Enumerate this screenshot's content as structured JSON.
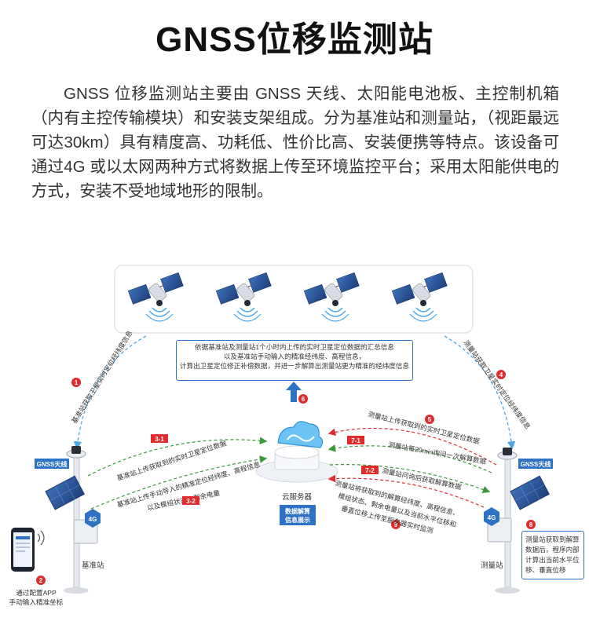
{
  "title": "GNSS位移监测站",
  "intro": "GNSS 位移监测站主要由 GNSS 天线、太阳能电池板、主控制机箱（内有主控传输模块）和安装支架组成。分为基准站和测量站，（视距最远可达30km）具有精度高、功耗低、性价比高、安装便携等特点。该设备可通过4G 或以太网两种方式将数据上传至环境监控平台；采用太阳能供电的方式，安装不受地域地形的限制。",
  "info_box": {
    "line1": "依据基准站及测量站1个小时内上传的实时卫星定位数据的汇总信息",
    "line2": "以及基准站手动输入的精准经纬度、高程信息，",
    "line3": "计算出卫星定位修正补偿数据，并进一步解算出测量站更为精准的经纬度信息"
  },
  "steps": {
    "s1": {
      "num": "1",
      "text": "基准站获取卫星实时定位经纬度信息"
    },
    "s2": {
      "num": "2",
      "text1": "通过配置APP",
      "text2": "手动输入精准坐标"
    },
    "s3_1": {
      "num": "3-1",
      "text": "基准站上传获取到的实时卫星定位数据"
    },
    "s3_2": {
      "num": "3-2",
      "text1": "基准站上传手动导入的精准定位经纬度、高程信息",
      "text2": "以及模组状态、剩余电量"
    },
    "s4": {
      "num": "4",
      "text": "测量站获取卫星实时定位经纬度信息"
    },
    "s5": {
      "num": "5",
      "text": "测量站上传获取到的实时卫星定位数据"
    },
    "s6": {
      "num": "6"
    },
    "s7_1": {
      "num": "7-1",
      "text": "测量站每20min询问一次解算数据"
    },
    "s7_2": {
      "num": "7-2",
      "text": "测量站问询后获取解算数据"
    },
    "s8": {
      "num": "8",
      "text": "测量站获取到解算数据后，程序内部计算出当前水平位移、垂直位移"
    },
    "s9": {
      "num": "9",
      "text1": "测量站将获取到的解算经纬度、高程信息、",
      "text2": "模组状态、剩余电量以及当前水平位移和",
      "text3": "垂直位移上传至服务器实时监测"
    }
  },
  "labels": {
    "gnss_left": "GNSS天线",
    "gnss_right": "GNSS天线",
    "base_station": "基准站",
    "measure_station": "测量站",
    "cloud": "云服务器",
    "cloud_sub1": "数据解算",
    "cloud_sub2": "信息展示",
    "badge_4g": "4G"
  },
  "colors": {
    "blue": "#2e72c6",
    "green": "#3a9a3a",
    "red": "#e02c2c",
    "light_blue": "#4aa6e6"
  }
}
